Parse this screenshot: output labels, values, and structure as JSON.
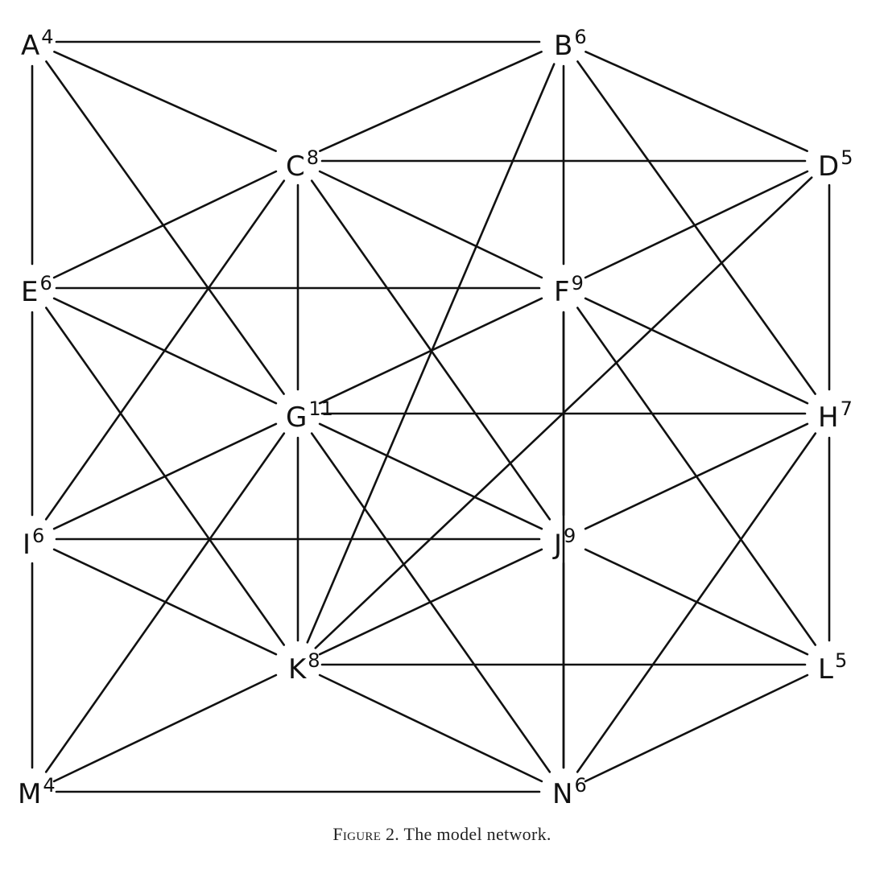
{
  "nodes": [
    {
      "id": "A",
      "degree": "4"
    },
    {
      "id": "B",
      "degree": "6"
    },
    {
      "id": "C",
      "degree": "8"
    },
    {
      "id": "D",
      "degree": "5"
    },
    {
      "id": "E",
      "degree": "6"
    },
    {
      "id": "F",
      "degree": "9"
    },
    {
      "id": "G",
      "degree": "11"
    },
    {
      "id": "H",
      "degree": "7"
    },
    {
      "id": "I",
      "degree": "6"
    },
    {
      "id": "J",
      "degree": "9"
    },
    {
      "id": "K",
      "degree": "8"
    },
    {
      "id": "L",
      "degree": "5"
    },
    {
      "id": "M",
      "degree": "4"
    },
    {
      "id": "N",
      "degree": "6"
    }
  ],
  "edges": [
    [
      "A",
      "B"
    ],
    [
      "A",
      "C"
    ],
    [
      "A",
      "E"
    ],
    [
      "A",
      "G"
    ],
    [
      "B",
      "C"
    ],
    [
      "B",
      "D"
    ],
    [
      "B",
      "F"
    ],
    [
      "B",
      "H"
    ],
    [
      "B",
      "K"
    ],
    [
      "C",
      "D"
    ],
    [
      "C",
      "E"
    ],
    [
      "C",
      "F"
    ],
    [
      "C",
      "G"
    ],
    [
      "C",
      "I"
    ],
    [
      "C",
      "J"
    ],
    [
      "D",
      "F"
    ],
    [
      "D",
      "H"
    ],
    [
      "D",
      "K"
    ],
    [
      "E",
      "F"
    ],
    [
      "E",
      "G"
    ],
    [
      "E",
      "I"
    ],
    [
      "E",
      "K"
    ],
    [
      "F",
      "G"
    ],
    [
      "F",
      "H"
    ],
    [
      "F",
      "J"
    ],
    [
      "F",
      "L"
    ],
    [
      "F",
      "N"
    ],
    [
      "G",
      "H"
    ],
    [
      "G",
      "I"
    ],
    [
      "G",
      "J"
    ],
    [
      "G",
      "K"
    ],
    [
      "G",
      "M"
    ],
    [
      "G",
      "N"
    ],
    [
      "H",
      "J"
    ],
    [
      "H",
      "L"
    ],
    [
      "H",
      "N"
    ],
    [
      "I",
      "J"
    ],
    [
      "I",
      "K"
    ],
    [
      "I",
      "M"
    ],
    [
      "J",
      "K"
    ],
    [
      "J",
      "L"
    ],
    [
      "J",
      "N"
    ],
    [
      "K",
      "L"
    ],
    [
      "K",
      "M"
    ],
    [
      "K",
      "N"
    ],
    [
      "L",
      "N"
    ],
    [
      "M",
      "N"
    ]
  ],
  "caption": {
    "label": "Figure 2.",
    "text": "The model network."
  }
}
